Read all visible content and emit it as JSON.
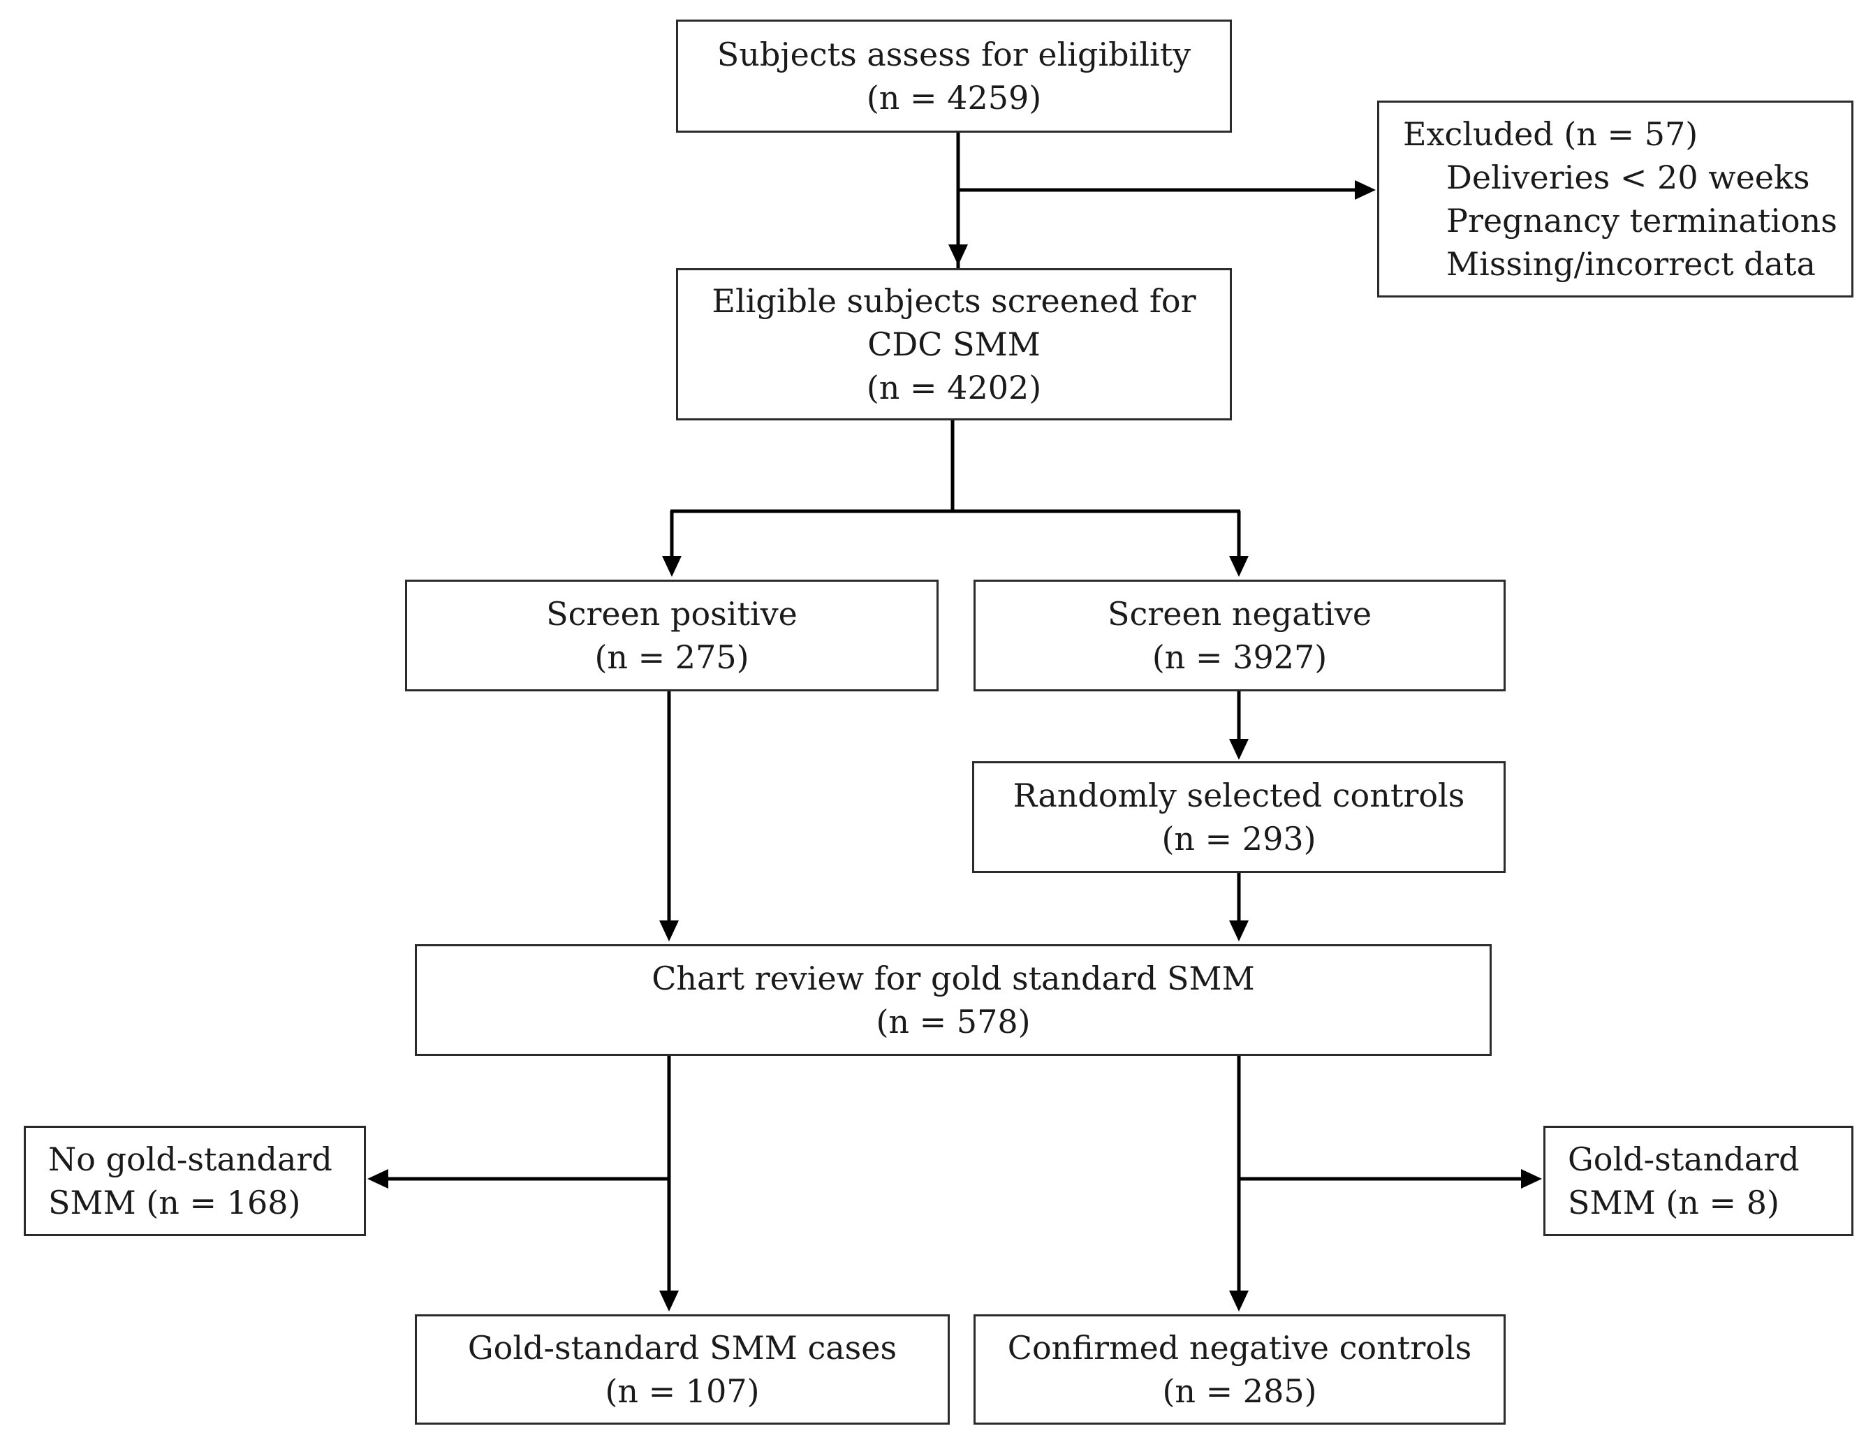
{
  "flowchart": {
    "assess": {
      "line1": "Subjects assess for eligibility",
      "line2": "(n = 4259)"
    },
    "excluded": {
      "title": "Excluded (n = 57)",
      "items": [
        "Deliveries < 20 weeks",
        "Pregnancy terminations",
        "Missing/incorrect data"
      ]
    },
    "eligible": {
      "line1": "Eligible subjects screened for",
      "line2": "CDC SMM",
      "line3": "(n = 4202)"
    },
    "screen_positive": {
      "line1": "Screen positive",
      "line2": "(n = 275)"
    },
    "screen_negative": {
      "line1": "Screen negative",
      "line2": "(n = 3927)"
    },
    "random_controls": {
      "line1": "Randomly selected controls",
      "line2": "(n = 293)"
    },
    "chart_review": {
      "line1": "Chart review for gold standard SMM",
      "line2": "(n = 578)"
    },
    "no_gold": {
      "line1": "No gold-standard",
      "line2": "SMM (n = 168)"
    },
    "gold_positive": {
      "line1": "Gold-standard",
      "line2": "SMM (n = 8)"
    },
    "gold_cases": {
      "line1": "Gold-standard SMM cases",
      "line2": "(n = 107)"
    },
    "negative_controls": {
      "line1": "Confirmed negative controls",
      "line2": "(n = 285)"
    }
  },
  "colors": {
    "line": "#000000",
    "box_border": "#2b2b2b",
    "text": "#1a1a1a",
    "background": "#ffffff"
  }
}
